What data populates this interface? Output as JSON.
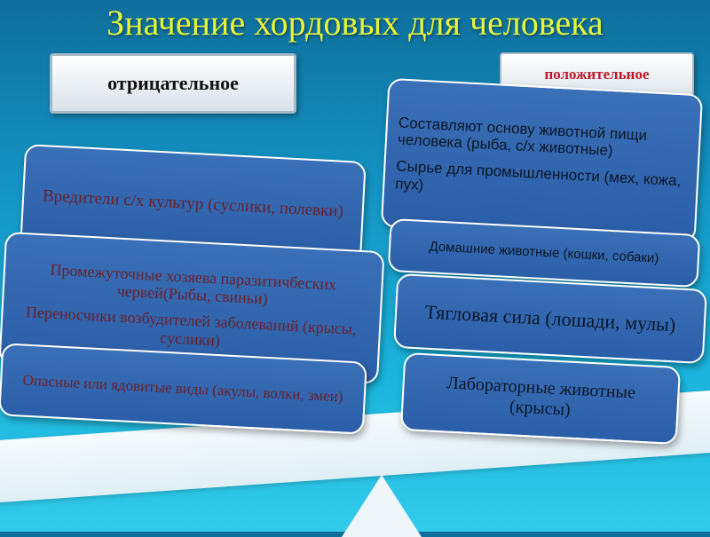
{
  "title": "Значение хордовых для человека",
  "negative": {
    "heading": "отрицательное",
    "items": [
      "Вредители с/х культур (суслики, полевки)",
      "Промежуточные хозяева паразитичбеских червей(Рыбы, свиньи)",
      "Переносчики возбудителей заболеваний (крысы, суслики)",
      "Опасные или ядовитые виды (акулы, волки, змеи)"
    ]
  },
  "positive": {
    "heading": "положительное",
    "items": [
      "Составляют основу животной пищи человека (рыба, с/х животные)",
      "Сырье для промышленности (мех, кожа, пух)",
      "Домашние животные (кошки, собаки)",
      "Тягловая сила (лошади, мулы)",
      "Лабораторные животные (крысы)"
    ]
  },
  "colors": {
    "title": "#e6f53a",
    "card_fill": "#2f64ad",
    "negative_text": "#6a1f2a",
    "positive_heading": "#c0182a"
  }
}
